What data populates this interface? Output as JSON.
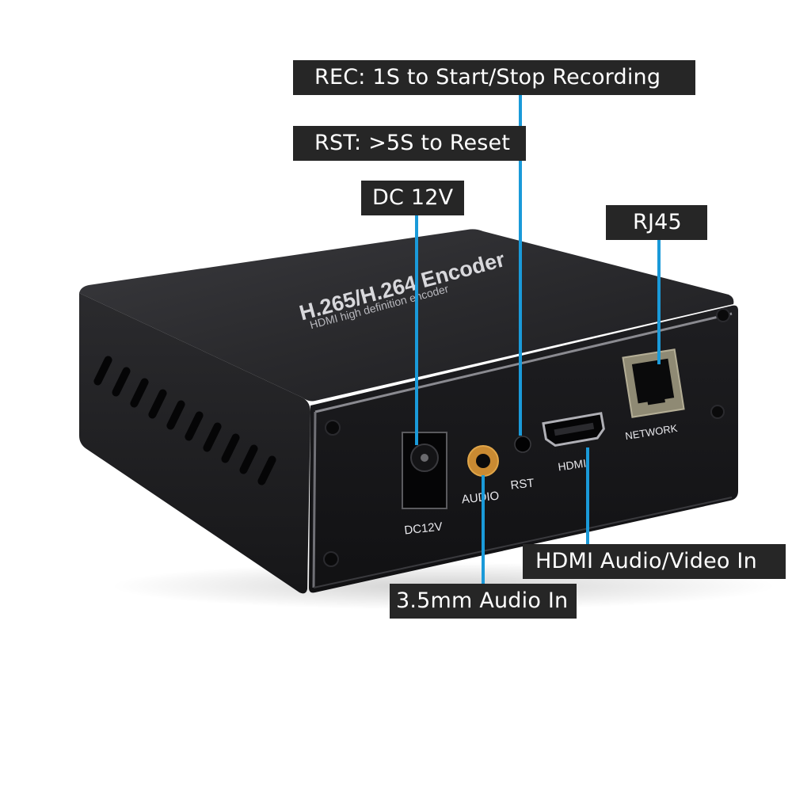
{
  "device": {
    "top_title": "H.265/H.264 Encoder",
    "top_subtitle": "HDMI high definition encoder",
    "ports": {
      "dc": "DC12V",
      "audio": "AUDIO",
      "rst": "RST",
      "hdmi": "HDMI",
      "network": "NETWORK"
    }
  },
  "callouts": {
    "rec": "REC: 1S to Start/Stop Recording",
    "rst": "RST:  >5S to Reset",
    "dc": "DC 12V",
    "rj45": "RJ45",
    "hdmi": "HDMI Audio/Video In",
    "audio": "3.5mm Audio In"
  },
  "colors": {
    "label_bg": "#262626",
    "leader_line": "#1a9ad9",
    "body": "#1c1c1e"
  }
}
